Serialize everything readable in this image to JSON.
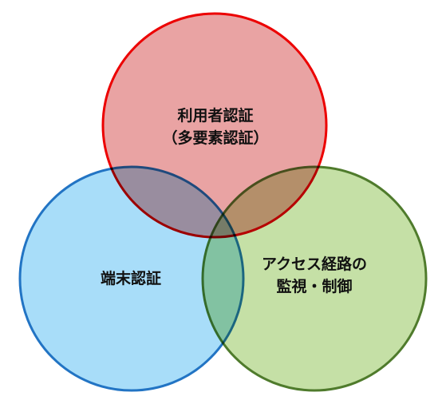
{
  "venn": {
    "sets": [
      {
        "id": "user-auth",
        "lines": [
          "利用者認証",
          "（多要素認証）"
        ],
        "fill": "#e9a3a3",
        "stroke": "#ec0000"
      },
      {
        "id": "device-auth",
        "lines": [
          "端末認証"
        ],
        "fill": "#a8ddf9",
        "stroke": "#2274c4"
      },
      {
        "id": "access-path",
        "lines": [
          "アクセス経路の",
          "監視・制御"
        ],
        "fill": "#c5e0a6",
        "stroke": "#4f7b2c"
      }
    ]
  }
}
